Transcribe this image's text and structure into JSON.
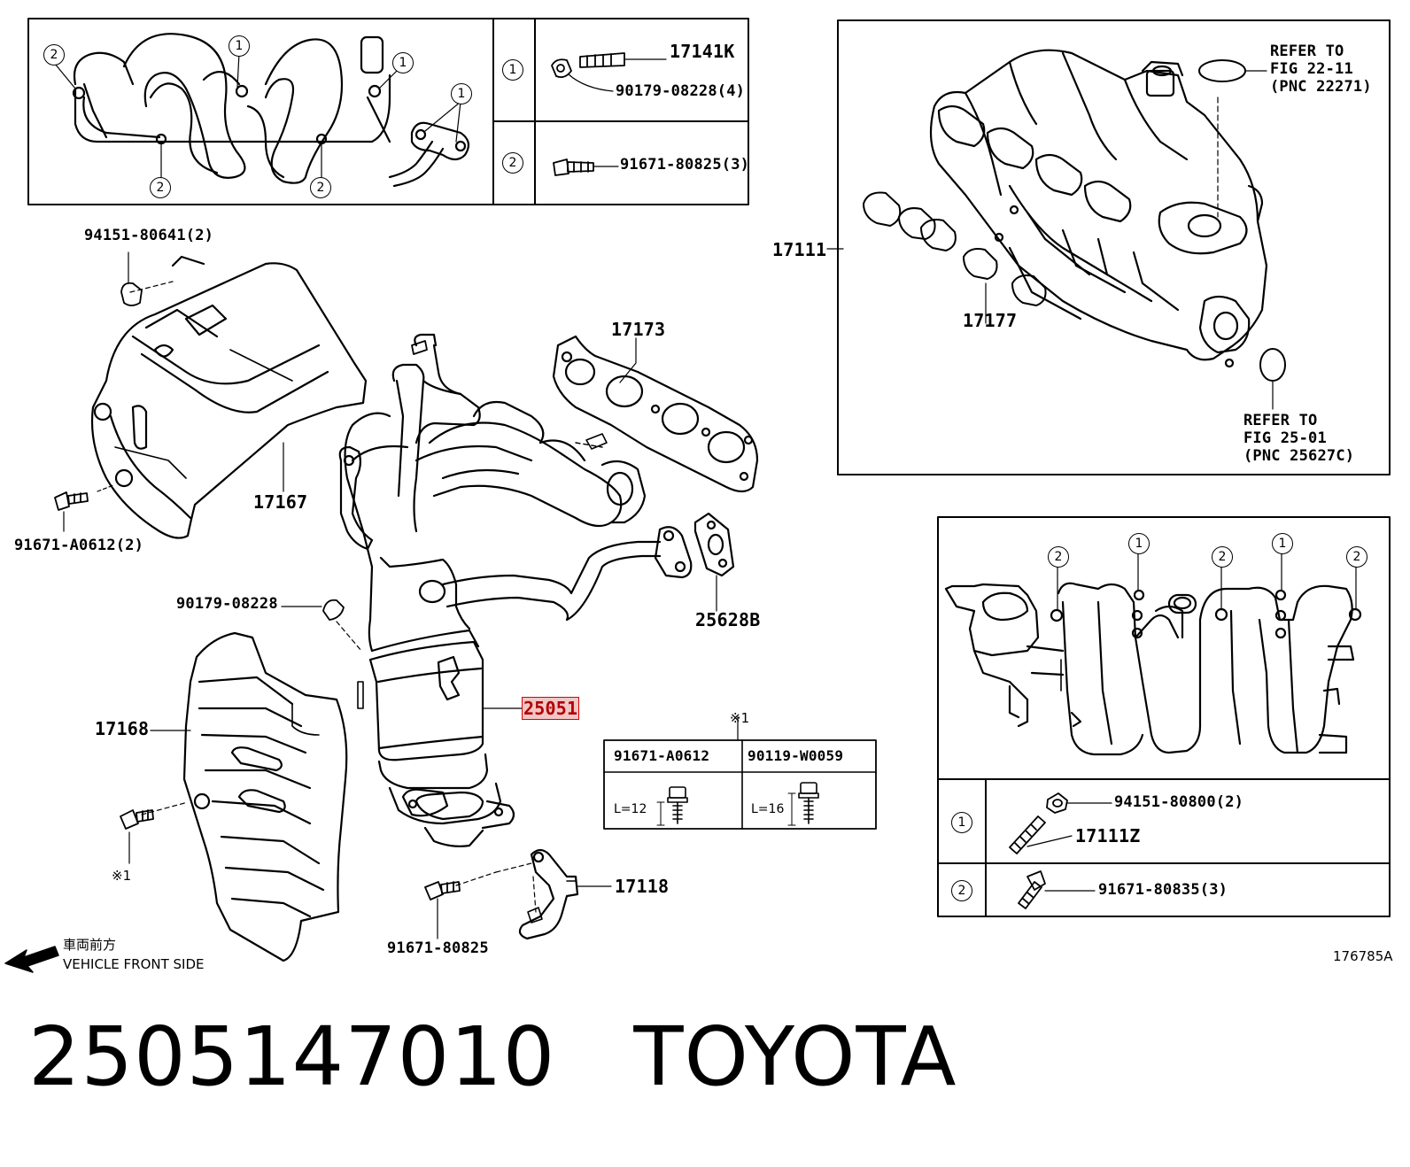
{
  "insets": {
    "top_left": {
      "circled": [
        "1",
        "2"
      ],
      "legend": [
        {
          "index": "1",
          "parts": [
            "17141K",
            "90179-08228(4)"
          ]
        },
        {
          "index": "2",
          "parts": [
            "91671-80825(3)"
          ]
        }
      ]
    },
    "top_right": {
      "refer_top": [
        "REFER TO",
        "FIG 22-11",
        "(PNC 22271)"
      ],
      "refer_bottom": [
        "REFER TO",
        "FIG 25-01",
        "(PNC 25627C)"
      ]
    },
    "bottom_right": {
      "circled": [
        "1",
        "2"
      ],
      "legend": [
        {
          "index": "1",
          "parts": [
            "94151-80800(2)",
            "17111Z"
          ]
        },
        {
          "index": "2",
          "parts": [
            "91671-80835(3)"
          ]
        }
      ]
    }
  },
  "labels": {
    "p94151_80641": "94151-80641(2)",
    "p17167": "17167",
    "p91671_A0612": "91671-A0612(2)",
    "p17173": "17173",
    "p17111": "17111",
    "p17177": "17177",
    "p90179_08228": "90179-08228",
    "p25628B": "25628B",
    "p25051": "25051",
    "p17168": "17168",
    "note_mark": "※1",
    "p91671_80825": "91671-80825",
    "p17118": "17118",
    "figure_id": "176785A"
  },
  "fastener_table": {
    "mark": "※1",
    "columns": [
      {
        "part": "91671-A0612",
        "length": "L=12"
      },
      {
        "part": "90119-W0059",
        "length": "L=16"
      }
    ]
  },
  "direction": {
    "japanese": "車両前方",
    "english": "VEHICLE FRONT SIDE"
  },
  "footer": {
    "part_number": "2505147010",
    "brand": "TOYOTA"
  }
}
